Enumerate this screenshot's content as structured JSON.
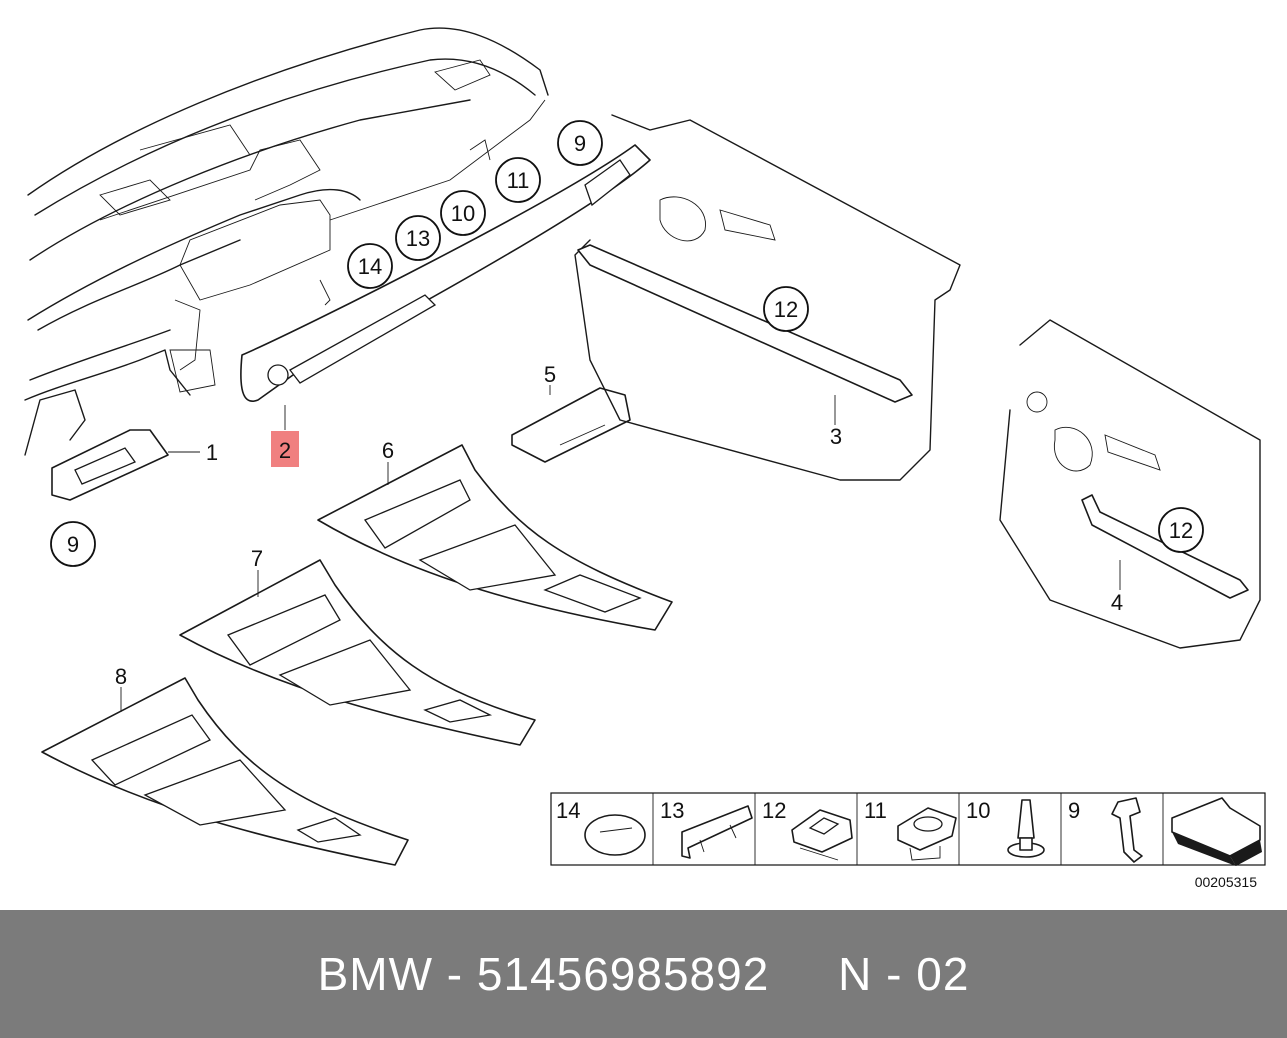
{
  "diagram": {
    "callouts": {
      "c1": "1",
      "c2": "2",
      "c3": "3",
      "c4": "4",
      "c5": "5",
      "c6": "6",
      "c7": "7",
      "c8": "8",
      "c9a": "9",
      "c9b": "9",
      "c10": "10",
      "c11": "11",
      "c12a": "12",
      "c12b": "12",
      "c13": "13",
      "c14": "14"
    },
    "highlighted_part": "2",
    "legend": [
      {
        "label": "14",
        "icon": "grommet-icon"
      },
      {
        "label": "13",
        "icon": "clip-icon"
      },
      {
        "label": "12",
        "icon": "square-clip-icon"
      },
      {
        "label": "11",
        "icon": "oval-clip-icon"
      },
      {
        "label": "10",
        "icon": "pin-icon"
      },
      {
        "label": "9",
        "icon": "bracket-icon"
      },
      {
        "label": "",
        "icon": "arrow-icon"
      }
    ],
    "diagram_number": "00205315"
  },
  "footer": {
    "text": "BMW - 51456985892     N - 02"
  },
  "colors": {
    "highlight": "#f08080",
    "footer_bg": "#7b7b7b"
  }
}
